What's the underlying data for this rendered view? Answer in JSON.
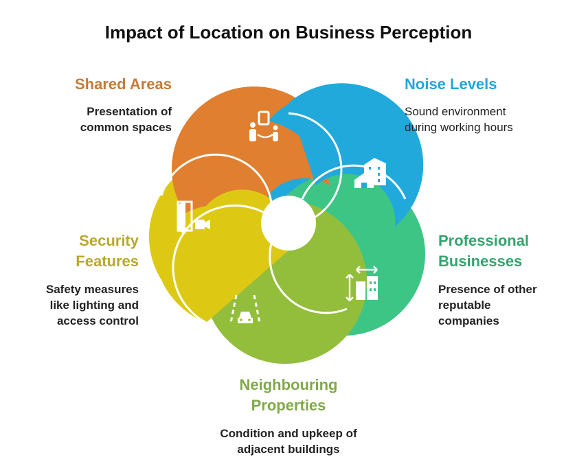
{
  "title": "Impact of Location on Business Perception",
  "colors": {
    "shared": "#E07F2F",
    "noise": "#21A9DC",
    "professional": "#3DC586",
    "neighbouring": "#93BE3C",
    "security": "#DDC914",
    "shared_text": "#C57B3A",
    "noise_text": "#22A6D9",
    "professional_text": "#34A46E",
    "neighbouring_text": "#80A94A",
    "security_text": "#B9A82C"
  },
  "segments": {
    "shared": {
      "label": "Shared Areas",
      "desc": [
        "Presentation of",
        "common spaces"
      ],
      "icon": "people-frame-icon"
    },
    "noise": {
      "label": "Noise Levels",
      "desc": [
        "Sound environment",
        "during working hours"
      ],
      "icon": "buildings-icon"
    },
    "professional": {
      "label_lines": [
        "Professional",
        "Businesses"
      ],
      "desc": [
        "Presence of other",
        "reputable",
        "companies"
      ],
      "icon": "building-measure-icon"
    },
    "neighbouring": {
      "label_lines": [
        "Neighbouring",
        "Properties"
      ],
      "desc": [
        "Condition and upkeep of",
        "adjacent buildings"
      ],
      "icon": "road-car-icon"
    },
    "security": {
      "label_lines": [
        "Security",
        "Features"
      ],
      "desc": [
        "Safety measures",
        "like lighting and",
        "access control"
      ],
      "icon": "door-camera-icon"
    }
  }
}
